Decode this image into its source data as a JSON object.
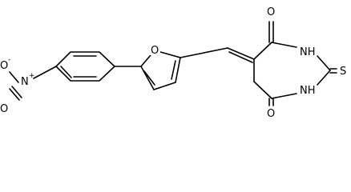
{
  "molecule": {
    "atoms": {
      "oxide_o": "O",
      "oxide_charge": "-",
      "nitro_n": "N",
      "nitro_charge": "+",
      "nitro_o": "O",
      "furan_o": "O",
      "carbonyl_o_top": "O",
      "carbonyl_o_bottom": "O",
      "nh_top": "NH",
      "nh_bottom": "NH",
      "thione_s": "S"
    }
  }
}
